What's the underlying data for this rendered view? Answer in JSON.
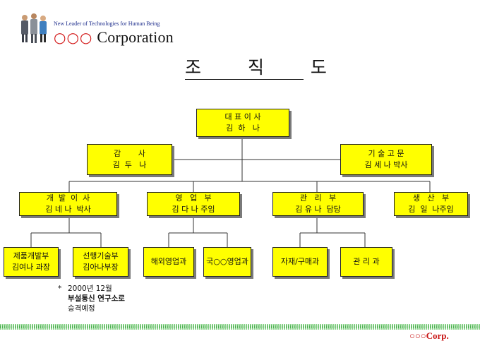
{
  "header": {
    "tagline": "New Leader of Technologies for Human Being",
    "company_circles": "○○○",
    "company_name": "Corporation"
  },
  "title": "조 직 도",
  "org": {
    "ceo": {
      "line1": "대 표 이 사",
      "line2": "김  하   나"
    },
    "auditor": {
      "line1": "감       사",
      "line2": "김  두   나"
    },
    "advisor": {
      "line1": "기 술 고 문",
      "line2": "김 세 나 박사"
    },
    "departments": [
      {
        "line1": "개  발  이  사",
        "line2": "김 네 나  박사"
      },
      {
        "line1": "영   업   부",
        "line2": "김 다 나 주임"
      },
      {
        "line1": "관   리   부",
        "line2": "김 유 나  담당"
      },
      {
        "line1": "생   산   부",
        "line2": "김  일  나주임"
      }
    ],
    "teams": [
      {
        "line1": "제품개발부",
        "line2": "김여나 과장"
      },
      {
        "line1": "선행기술부",
        "line2": "김아나부장"
      },
      {
        "line1": "해외영업과",
        "line2": ""
      },
      {
        "line1": "국○○영업과",
        "line2": ""
      },
      {
        "line1": "자재/구매과",
        "line2": ""
      },
      {
        "line1": "관 리 과",
        "line2": ""
      }
    ]
  },
  "note": {
    "star": "*",
    "line1": "2000년  12월",
    "line2": "부설통신  연구소로",
    "line3": "승격예정"
  },
  "footer": {
    "corp_circles": "○○○",
    "corp_text": "Corp."
  },
  "colors": {
    "box_fill": "#ffff00",
    "accent_red": "#d21414",
    "footer_green": "#7fcf7f"
  }
}
